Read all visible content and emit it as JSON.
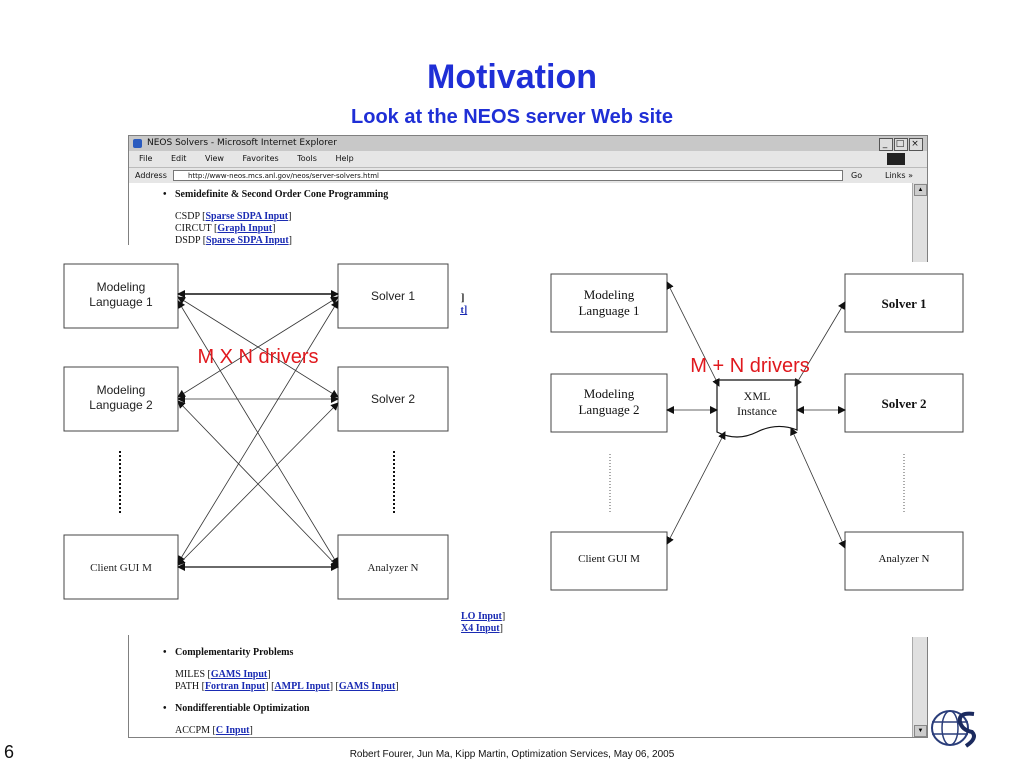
{
  "slide": {
    "title": "Motivation",
    "subtitle": "Look at the NEOS server Web site",
    "footer": "Robert Fourer, Jun Ma, Kipp Martin, Optimization Services, May 06, 2005",
    "page_number": "6"
  },
  "browser": {
    "window_title": "NEOS Solvers - Microsoft Internet Explorer",
    "window_buttons": [
      "_",
      "□",
      "×"
    ],
    "menu": [
      "File",
      "Edit",
      "View",
      "Favorites",
      "Tools",
      "Help"
    ],
    "address_label": "Address",
    "address_value": "http://www-neos.mcs.anl.gov/neos/server-solvers.html",
    "go_label": "Go",
    "links_label": "Links »",
    "content": {
      "section1_heading": "Semidefinite & Second Order Cone Programming",
      "row1_name": "CSDP",
      "row1_link": "Sparse SDPA Input",
      "row2_name": "CIRCUT",
      "row2_link": "Graph Input",
      "row3_name": "DSDP",
      "row3_link": "Sparse SDPA Input",
      "partial_link_1": "]",
      "partial_link_2": "ut]",
      "partial_link_3": "LO Input",
      "partial_link_4": "X4 Input",
      "section2_heading": "Complementarity Problems",
      "miles_name": "MILES",
      "miles_link": "GAMS Input",
      "path_name": "PATH",
      "path_link1": "Fortran Input",
      "path_link2": "AMPL Input",
      "path_link3": "GAMS Input",
      "section3_heading": "Nondifferentiable Optimization",
      "accpm_name": "ACCPM",
      "accpm_link": "C Input"
    }
  },
  "diagram_left": {
    "node_modeling_1": "Modeling\nLanguage 1",
    "node_modeling_2": "Modeling\nLanguage 2",
    "node_client": "Client GUI M",
    "node_solver_1": "Solver 1",
    "node_solver_2": "Solver 2",
    "node_analyzer": "Analyzer N",
    "label": "M X N drivers"
  },
  "diagram_right": {
    "node_modeling_1": "Modeling\nLanguage 1",
    "node_modeling_2": "Modeling\nLanguage 2",
    "node_client": "Client GUI M",
    "node_solver_1": "Solver 1",
    "node_solver_2": "Solver 2",
    "node_analyzer": "Analyzer N",
    "node_xml": "XML\nInstance",
    "label": "M + N drivers"
  },
  "colors": {
    "title": "#1f2fd6",
    "label_red": "#e0191e",
    "link": "#1a2bb3"
  }
}
